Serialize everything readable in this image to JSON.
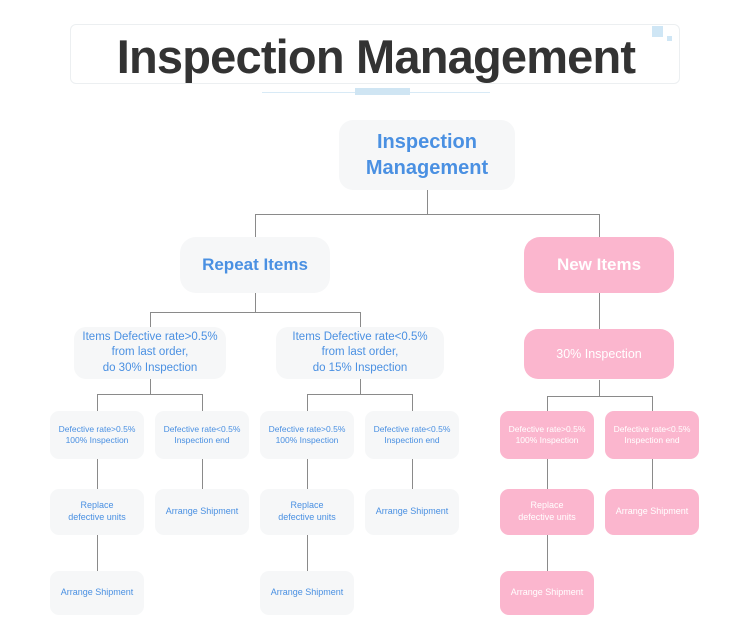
{
  "header": {
    "title": "Inspection Management",
    "decor": {
      "square_large": "decorative-square",
      "square_small": "decorative-square",
      "underline": "underline-rule",
      "accent_color": "#cfe6f5"
    }
  },
  "theme": {
    "gray_node_bg": "#f6f7f8",
    "gray_node_text": "#4a90e2",
    "pink_node_bg": "#fbb6ce",
    "pink_node_text": "#ffffff",
    "connector": "#8a8a8a",
    "background": "#ffffff"
  },
  "chart_data": {
    "type": "diagram",
    "title": "Inspection Management",
    "root": "Inspection\nManagement",
    "branches": [
      "Repeat Items",
      "New Items"
    ]
  },
  "nodes": {
    "root": "Inspection\nManagement",
    "repeat_items": "Repeat Items",
    "new_items": "New Items",
    "repeat_cond_high": "Items Defective rate>0.5%\nfrom last order,\ndo 30% Inspection",
    "repeat_cond_low": "Items Defective rate<0.5%\nfrom last order,\ndo 15% Inspection",
    "new_inspection": "30% Inspection",
    "rate_high_1": "Defective rate>0.5%\n100% Inspection",
    "rate_low_1": "Defective rate<0.5%\nInspection end",
    "rate_high_2": "Defective rate>0.5%\n100% Inspection",
    "rate_low_2": "Defective rate<0.5%\nInspection end",
    "rate_high_3": "Defective rate>0.5%\n100% Inspection",
    "rate_low_3": "Defective rate<0.5%\nInspection end",
    "replace_1": "Replace\ndefective units",
    "arrange_1": "Arrange Shipment",
    "replace_2": "Replace\ndefective units",
    "arrange_2": "Arrange Shipment",
    "replace_3": "Replace\ndefective units",
    "arrange_3": "Arrange Shipment",
    "ship_1": "Arrange Shipment",
    "ship_2": "Arrange Shipment",
    "ship_3": "Arrange Shipment"
  }
}
